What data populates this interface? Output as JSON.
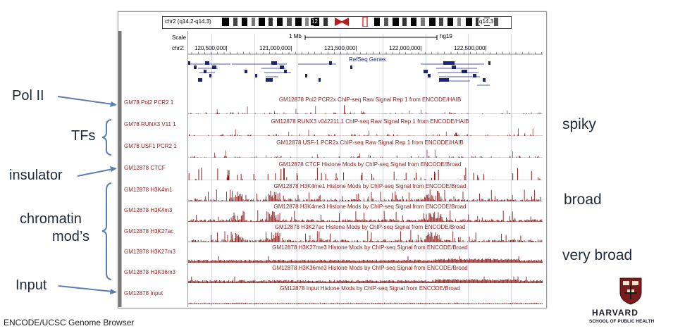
{
  "annotations": {
    "pol2": "Pol II",
    "tfs": "TFs",
    "insulator": "insulator",
    "chromatin1": "chromatin",
    "chromatin2": "mod’s",
    "input": "Input",
    "spiky": "spiky",
    "broad": "broad",
    "very_broad": "very broad"
  },
  "browser": {
    "ideogram_label": "chr2 (q14.2-q14.3)",
    "ideogram_numbers": [
      "12",
      "q14.3"
    ],
    "scale_label": "Scale",
    "chr_label": "chr2:",
    "scale_value": "1 Mb",
    "assembly": "hg19",
    "positions": [
      "120,500,000|",
      "121,000,000|",
      "121,500,000|",
      "122,000,000|",
      "122,500,000|"
    ],
    "refseq_label": "RefSeq Genes"
  },
  "tracks": [
    {
      "label": "GM78 Pol2 PCR2 1",
      "title": "GM12878 Pol2 PCR2x ChIP-seq Raw Signal Rep 1 from ENCODE/HAIB"
    },
    {
      "label": "GM78 RUNX3 V11 1",
      "title": "GM12878 RUNX3 v042211.1 ChIP-seq Raw Signal Rep 1 from ENCODE/HAIB"
    },
    {
      "label": "GM78 USF1 PCR2 1",
      "title": "GM12878 USF-1 PCR2x ChIP-seq Raw Signal Rep 1 from ENCODE/HAIB"
    },
    {
      "label": "GM12878 CTCF",
      "title": "GM12878 CTCF Histone Mods by ChIP-seq Signal from ENCODE/Broad"
    },
    {
      "label": "GM12878 H3K4m1",
      "title": "GM12878 H3K4me1 Histone Mods by ChIP-seq Signal from ENCODE/Broad"
    },
    {
      "label": "GM12878 H3K4m3",
      "title": "GM12878 H3K4me3 Histone Mods by ChIP-seq Signal from ENCODE/Broad"
    },
    {
      "label": "GM12878 H3K27ac",
      "title": "GM12878 H3K27ac Histone Mods by ChIP-seq Signal from ENCODE/Broad"
    },
    {
      "label": "GM12878 H3K27m3",
      "title": "GM12878 H3K27me3 Histone Mods by ChIP-seq Signal from ENCODE/Broad"
    },
    {
      "label": "GM12878 H3K36m3",
      "title": "GM12878 H3K36me3 Histone Mods by ChIP-seq Signal from ENCODE/Broad"
    },
    {
      "label": "GM12878 Input",
      "title": "GM12878 Input Histone Mods by ChIP-seq Signal from ENCODE/Broad"
    }
  ],
  "footer": "ENCODE/UCSC Genome Browser",
  "logo": {
    "name": "HARVARD",
    "school": "SCHOOL OF PUBLIC HEALTH",
    "icon": "harvard-shield-icon"
  },
  "colors": {
    "signal": "#8b1a1a",
    "annotation": "#1f2b3a",
    "arrow": "#5a7fb0",
    "genes": "#1a237e"
  }
}
